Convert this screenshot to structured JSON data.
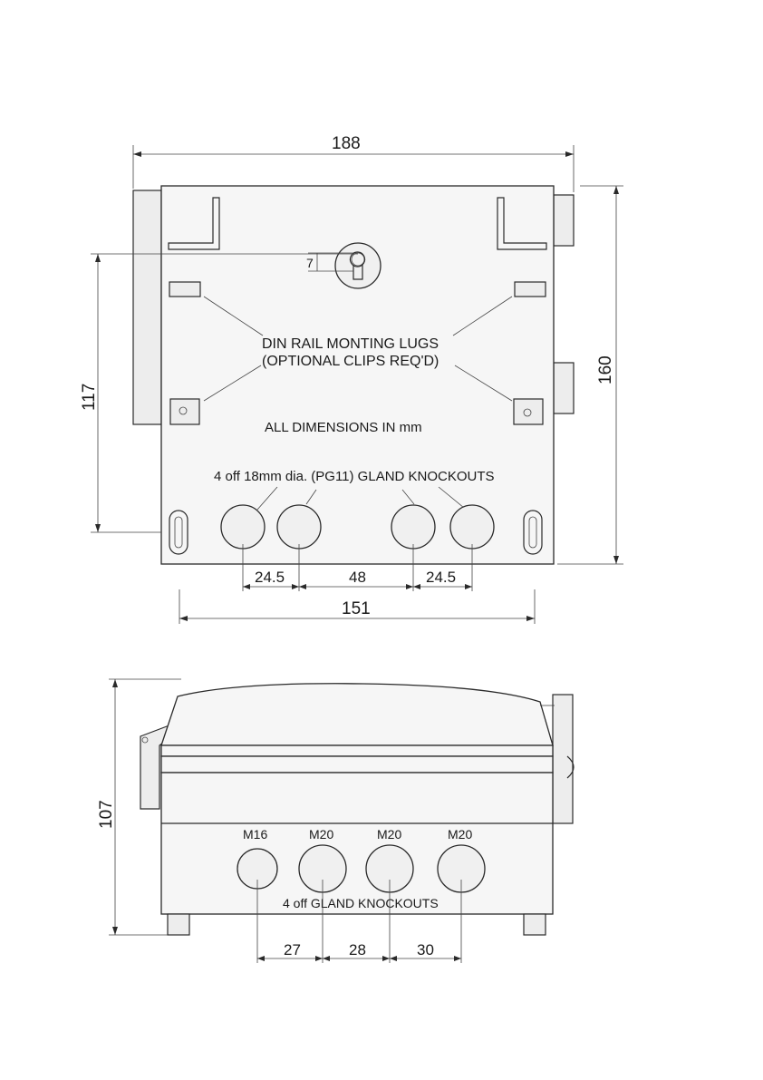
{
  "top_view": {
    "dim_width": "188",
    "dim_height": "160",
    "dim_mount": "117",
    "dim_keyhole": "7",
    "note_lugs_1": "DIN RAIL MONTING LUGS",
    "note_lugs_2": "(OPTIONAL CLIPS REQ'D)",
    "note_units": "ALL DIMENSIONS IN mm",
    "note_knockouts": "4 off 18mm dia. (PG11) GLAND KNOCKOUTS",
    "dim_pitch_left": "24.5",
    "dim_pitch_mid": "48",
    "dim_pitch_right": "24.5",
    "dim_slots": "151"
  },
  "side_view": {
    "dim_height": "107",
    "gland_1": "M16",
    "gland_2": "M20",
    "gland_3": "M20",
    "gland_4": "M20",
    "note_knockouts": "4 off  GLAND KNOCKOUTS",
    "dim_1": "27",
    "dim_2": "28",
    "dim_3": "30"
  }
}
